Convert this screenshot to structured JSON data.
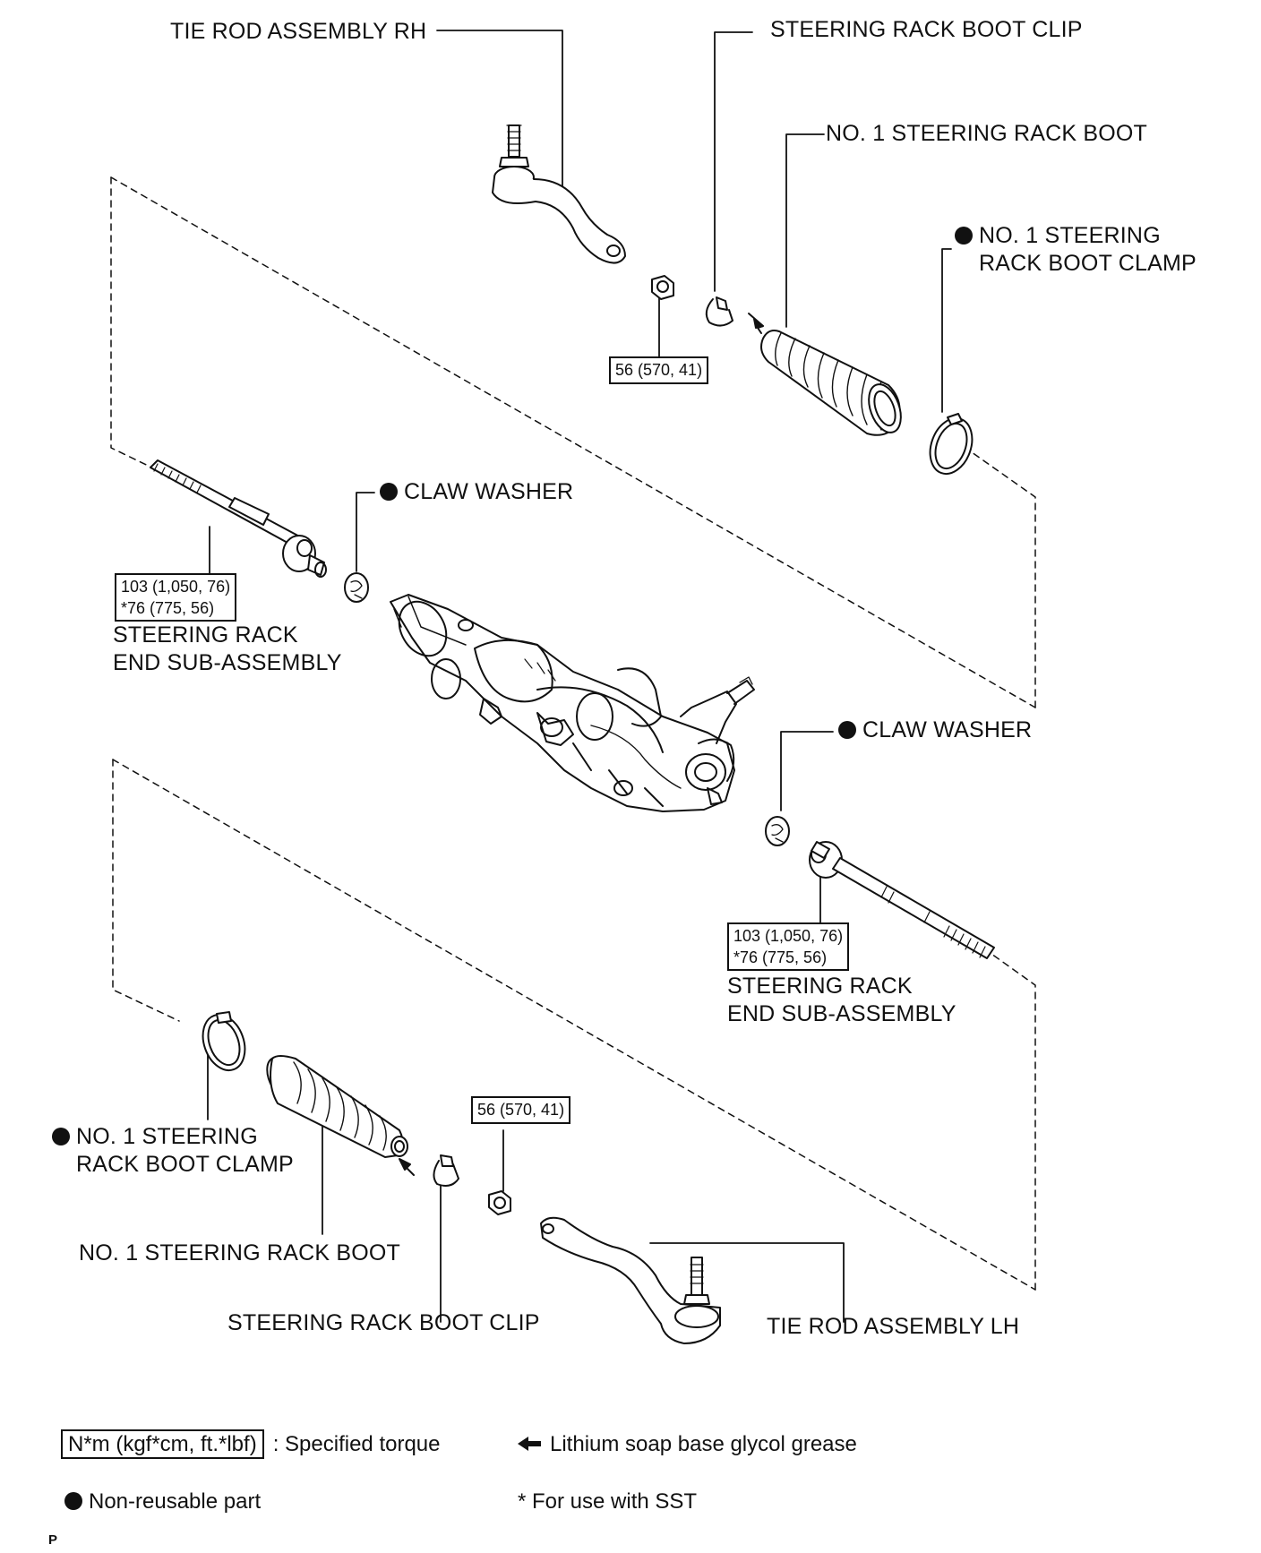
{
  "labels": {
    "tie_rod_rh": "TIE ROD ASSEMBLY RH",
    "boot_clip_top": "STEERING RACK BOOT CLIP",
    "rack_boot_top": "NO. 1 STEERING RACK BOOT",
    "boot_clamp_top_line1": "NO. 1 STEERING",
    "boot_clamp_top_line2": "RACK BOOT CLAMP",
    "claw_washer_top": "CLAW WASHER",
    "rack_end_left_line1": "STEERING RACK",
    "rack_end_left_line2": "END SUB-ASSEMBLY",
    "claw_washer_right": "CLAW WASHER",
    "rack_end_right_line1": "STEERING RACK",
    "rack_end_right_line2": "END SUB-ASSEMBLY",
    "boot_clamp_bottom_line1": "NO. 1 STEERING",
    "boot_clamp_bottom_line2": "RACK BOOT CLAMP",
    "rack_boot_bottom": "NO. 1 STEERING RACK BOOT",
    "boot_clip_bottom": "STEERING RACK BOOT CLIP",
    "tie_rod_lh": "TIE ROD ASSEMBLY LH"
  },
  "torques": {
    "nut_top": "56 (570, 41)",
    "rack_end_left_1": "103 (1,050, 76)",
    "rack_end_left_2": "*76 (775, 56)",
    "rack_end_right_1": "103 (1,050, 76)",
    "rack_end_right_2": "*76 (775, 56)",
    "nut_bottom": "56 (570, 41)"
  },
  "legend": {
    "torque_unit": "N*m (kgf*cm, ft.*lbf)",
    "torque_desc": ": Specified torque",
    "grease_desc": "Lithium soap base glycol grease",
    "nonreusable_desc": "Non-reusable part",
    "sst_desc": "* For use with SST"
  },
  "footer": "P",
  "icons": [
    "solid-dot-icon",
    "grease-arrow-icon"
  ]
}
